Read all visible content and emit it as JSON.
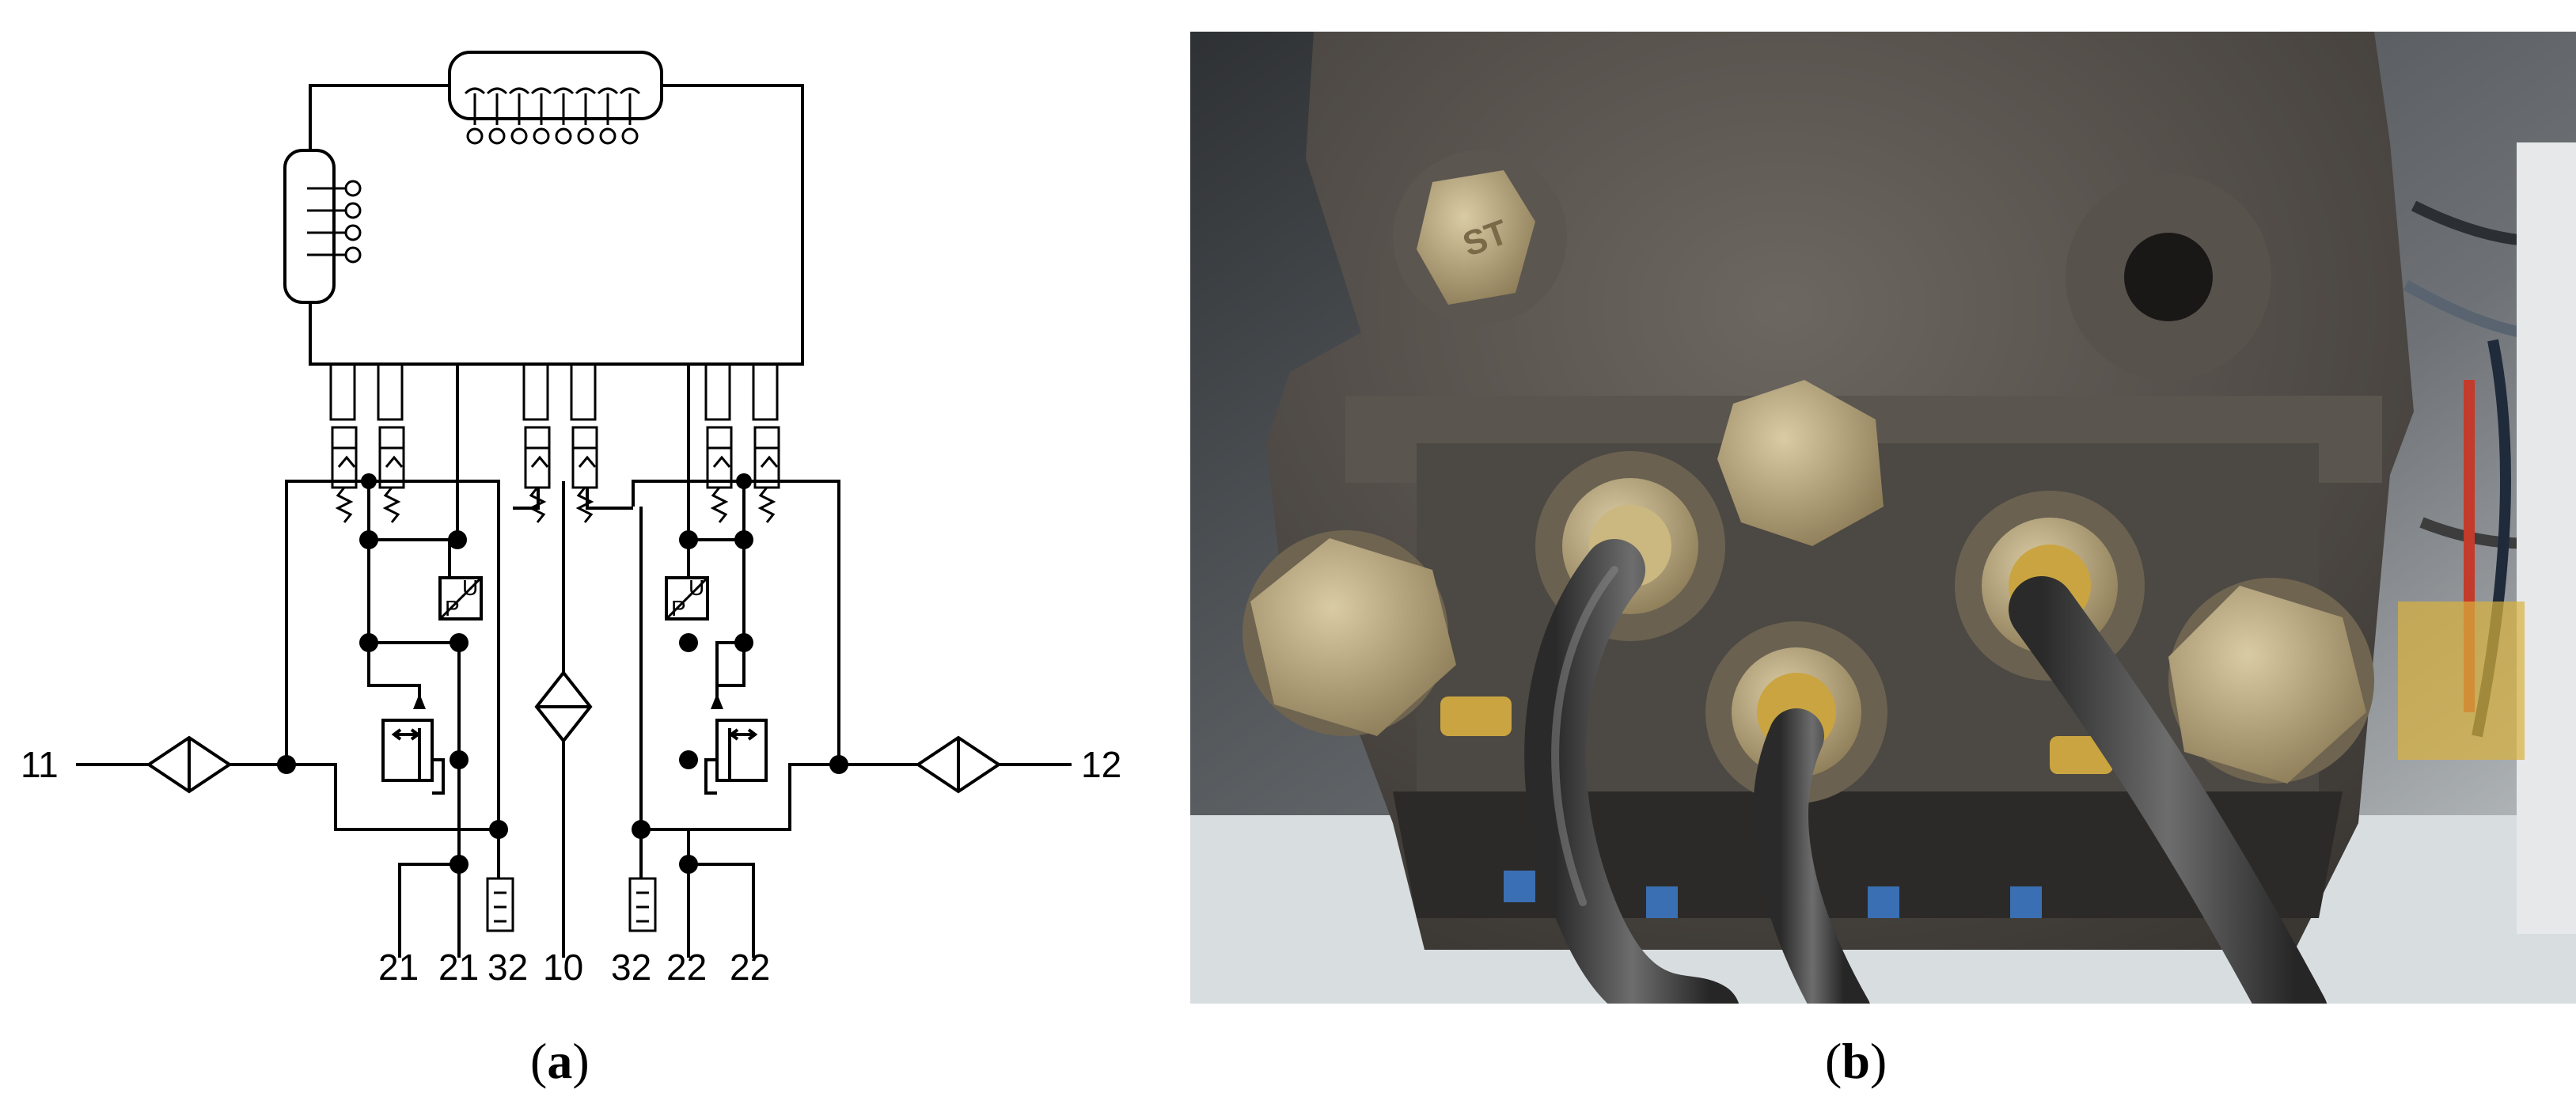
{
  "panel_a": {
    "caption_open": "(",
    "caption_letter": "a",
    "caption_close": ")",
    "ports": {
      "left_in": "11",
      "right_in": "12",
      "bottom_1": "21",
      "bottom_2": "21",
      "bottom_3": "32",
      "bottom_4": "10",
      "bottom_5": "32",
      "bottom_6": "22",
      "bottom_7": "22"
    },
    "sensor_left_p": "P",
    "sensor_left_u": "U",
    "sensor_right_p": "P",
    "sensor_right_u": "U"
  },
  "panel_b": {
    "caption_open": "(",
    "caption_letter": "b",
    "caption_close": ")",
    "bolt_marking": "ST",
    "colors": {
      "housing": "#4a4642",
      "nut": "#b8a57a",
      "hose": "#3a3a3a",
      "background_floor": "#d8dde0",
      "brass": "#c9a441"
    }
  }
}
